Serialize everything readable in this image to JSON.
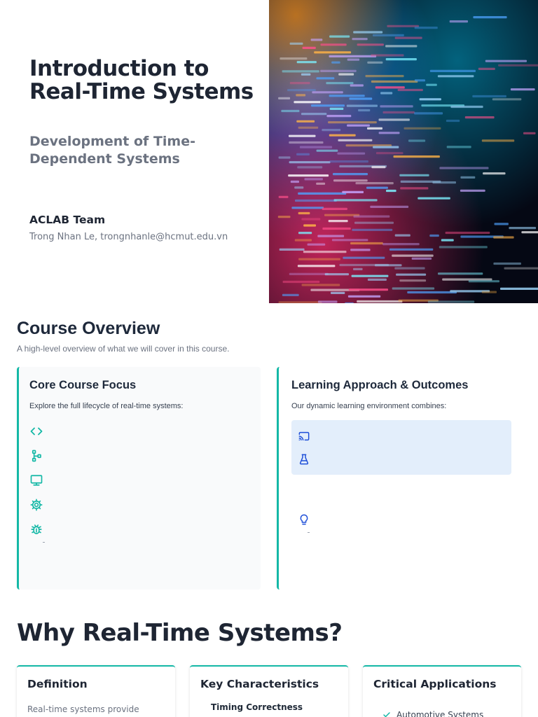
{
  "hero": {
    "title": "Introduction to Real-Time Systems",
    "subtitle": "Development of Time-Dependent Systems",
    "team": "ACLAB Team",
    "author": "Trong Nhan Le, trongnhanle@hcmut.edu.vn"
  },
  "overview": {
    "title": "Course Overview",
    "subtitle": "A high-level overview of what we will cover in this course.",
    "focus": {
      "title": "Core Course Focus",
      "description": "Explore the full lifecycle of real-time systems:",
      "icons": [
        "code-icon",
        "git-branch-icon",
        "monitor-icon",
        "gear-icon",
        "bug-icon"
      ]
    },
    "approach": {
      "title": "Learning Approach & Outcomes",
      "description": "Our dynamic learning environment combines:",
      "icons": [
        "cast-icon",
        "flask-icon",
        "lightbulb-icon"
      ]
    }
  },
  "why": {
    "title": "Why Real-Time Systems?",
    "cards": [
      {
        "title": "Definition",
        "text": "Real-time systems provide outputs"
      },
      {
        "title": "Key Characteristics",
        "subtitle": "Timing Correctness"
      },
      {
        "title": "Critical Applications",
        "item": "Automotive Systems"
      }
    ]
  },
  "colors": {
    "accent": "#14b8a6",
    "heading": "#1e2533",
    "muted": "#6b7280",
    "approach_bg": "#e3eefb",
    "approach_icon": "#1d4ed8"
  }
}
